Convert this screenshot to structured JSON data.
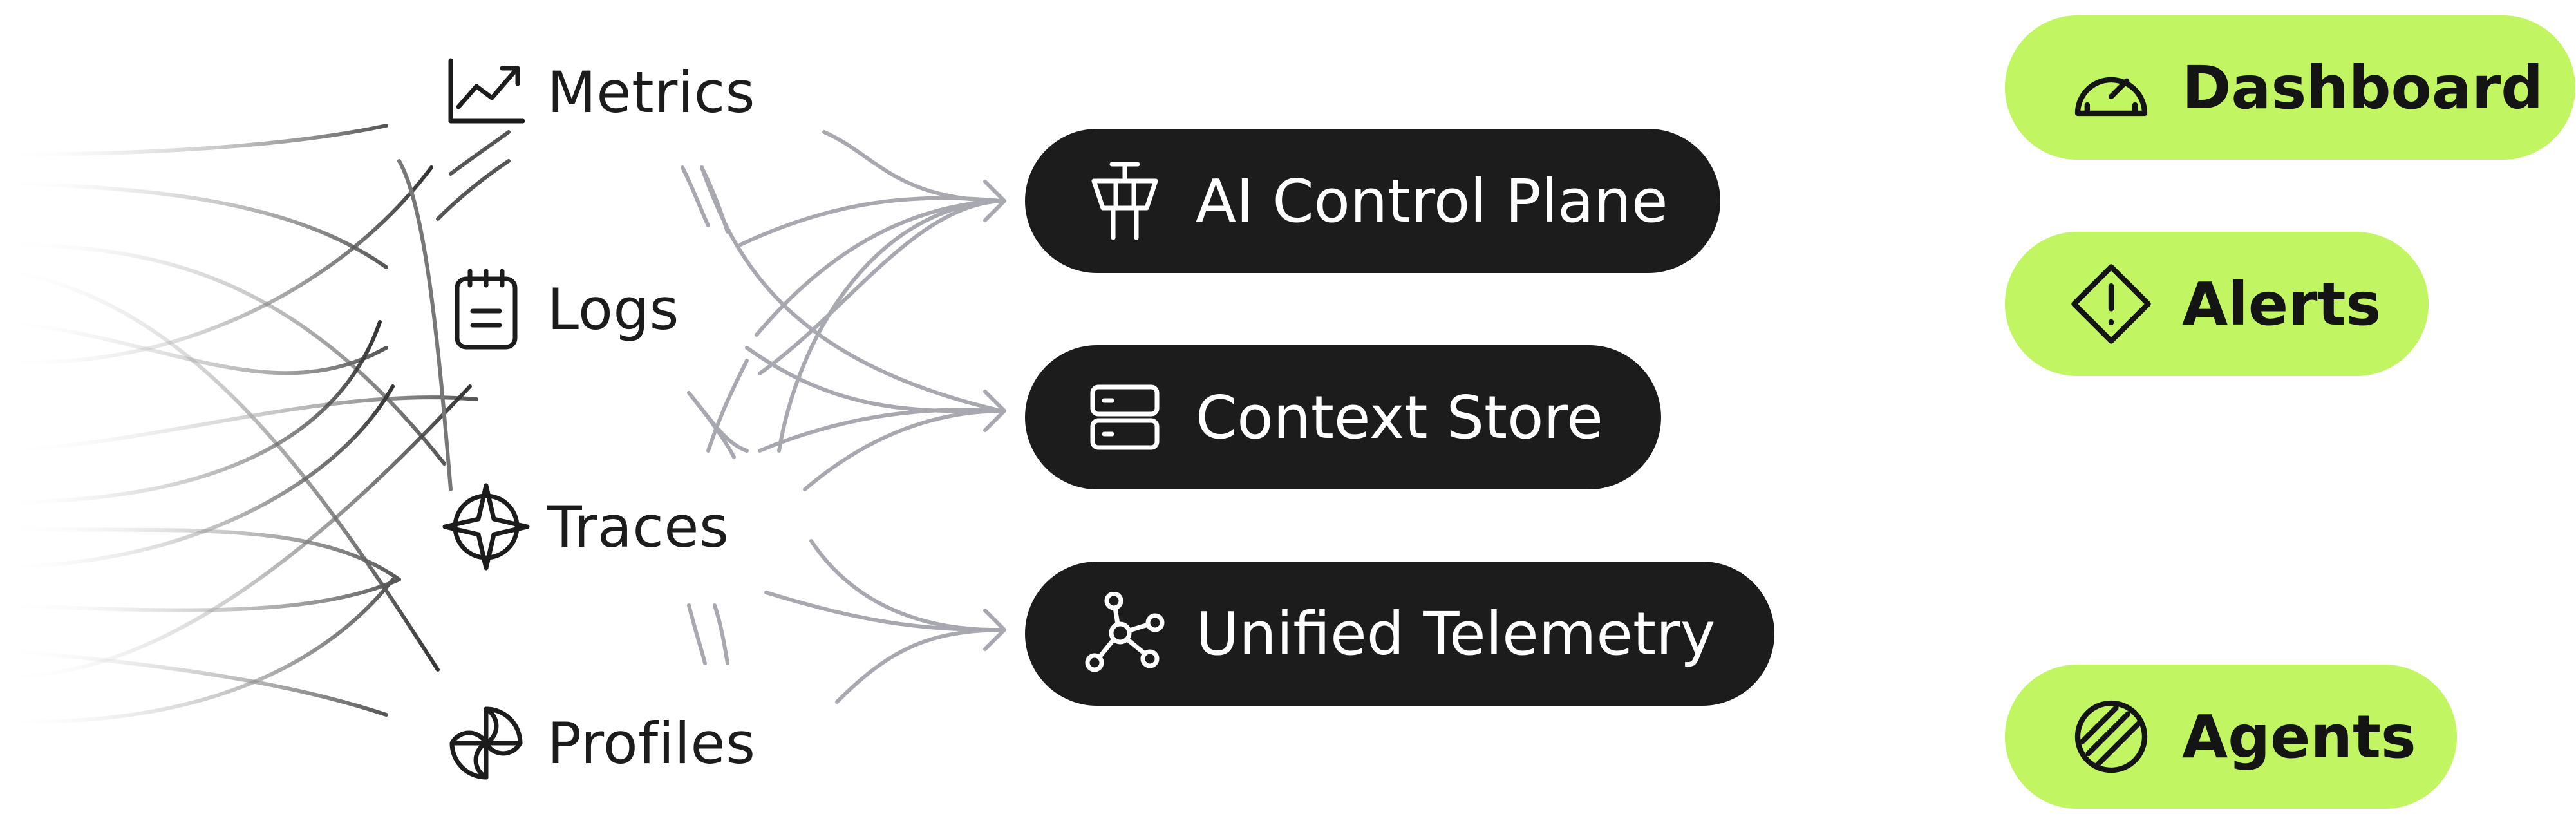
{
  "sources": [
    {
      "id": "metrics",
      "label": "Metrics",
      "icon": "chart-line-icon"
    },
    {
      "id": "logs",
      "label": "Logs",
      "icon": "notepad-icon"
    },
    {
      "id": "traces",
      "label": "Traces",
      "icon": "compass-star-icon"
    },
    {
      "id": "profiles",
      "label": "Profiles",
      "icon": "pinwheel-icon"
    }
  ],
  "core": [
    {
      "id": "ai-control-plane",
      "label": "AI Control Plane",
      "icon": "control-tower-icon"
    },
    {
      "id": "context-store",
      "label": "Context Store",
      "icon": "server-stack-icon"
    },
    {
      "id": "unified-telemetry",
      "label": "Unified Telemetry",
      "icon": "network-nodes-icon"
    }
  ],
  "outputs": [
    {
      "id": "dashboard",
      "label": "Dashboard",
      "icon": "gauge-icon"
    },
    {
      "id": "alerts",
      "label": "Alerts",
      "icon": "warning-diamond-icon"
    },
    {
      "id": "agents",
      "label": "Agents",
      "icon": "hatched-circle-icon"
    }
  ],
  "colors": {
    "dark_pill": "#1c1c1c",
    "lime_pill": "#c2f562",
    "line": "#a8a8b0",
    "text_dark": "#1c1c1c"
  }
}
